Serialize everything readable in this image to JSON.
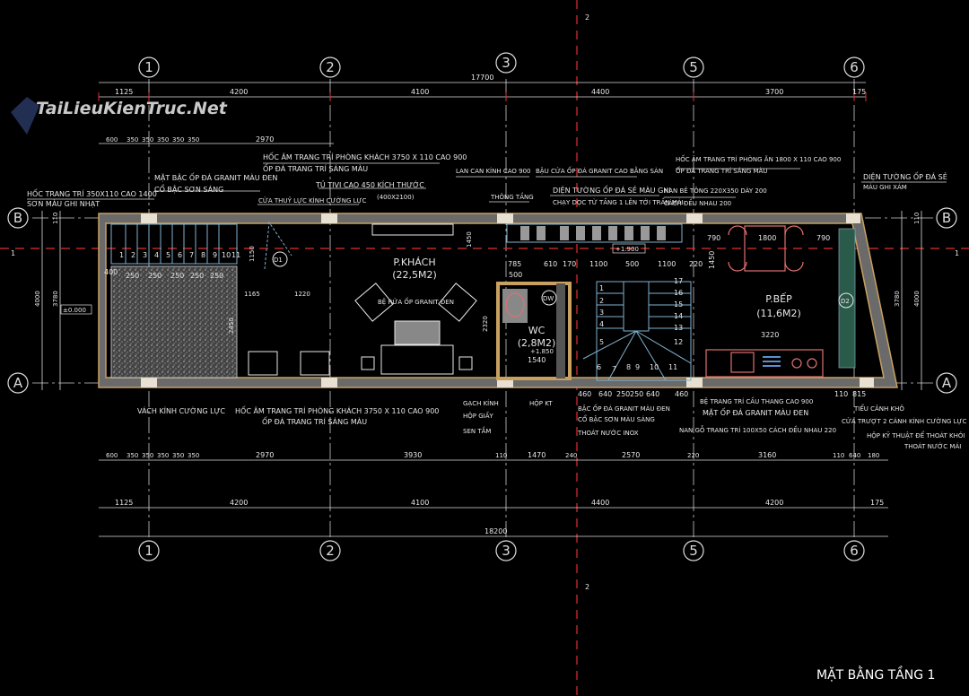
{
  "title": "MẶT BẰNG TẦNG 1",
  "watermark": "TaiLieuKienTruc.Net",
  "grid": {
    "cols": [
      "1",
      "2",
      "3",
      "5",
      "6"
    ],
    "rows": [
      "B",
      "A"
    ],
    "section": "2",
    "section_side": "1"
  },
  "dims_top": {
    "total": "17700",
    "axis": [
      "1125",
      "4200",
      "4100",
      "4400",
      "3700",
      "175"
    ],
    "stairs": [
      "600",
      "350",
      "350",
      "350",
      "350",
      "350",
      "2970"
    ]
  },
  "dims_bottom": {
    "detail": [
      "600",
      "350",
      "350",
      "350",
      "350",
      "350",
      "2970",
      "3930",
      "110",
      "1470",
      "240",
      "2570",
      "220",
      "3160",
      "110",
      "640",
      "180"
    ],
    "axis": [
      "1125",
      "4200",
      "4100",
      "4400",
      "4200",
      "175"
    ],
    "total": "18200"
  },
  "dims_inner": {
    "left_h": "4000",
    "left_h2": "3780",
    "right_h": "4000",
    "right_h2": "3780",
    "wall": "110",
    "wc": [
      "785",
      "610",
      "170",
      "1100",
      "500",
      "1100",
      "220"
    ],
    "wc_w": "500",
    "wc_b": "1540",
    "dining": [
      "790",
      "1800",
      "790"
    ],
    "kitchen_w": "3220",
    "living_a": "1165",
    "living_b": "1220",
    "h1450": "1450",
    "h1450b": "1450",
    "stair_b": [
      "460",
      "640",
      "250",
      "250",
      "640",
      "460"
    ],
    "right_b": [
      "110",
      "815"
    ],
    "steps": [
      "400",
      "250",
      "250",
      "250",
      "250",
      "250"
    ],
    "h2450": "2450",
    "h2320": "2320",
    "h1150": "1150"
  },
  "rooms": {
    "living": "P.KHÁCH",
    "living_area": "(22,5M2)",
    "wc": "WC",
    "wc_area": "(2,8M2)",
    "kitchen": "P.BẾP",
    "kitchen_area": "(11,6M2)"
  },
  "levels": {
    "ground": "±0.000",
    "landing": "+1.900",
    "wc": "+1.850"
  },
  "tags": {
    "d1": "D1",
    "dw": "DW",
    "d2": "D2"
  },
  "stair_numbers_top": [
    "1",
    "2",
    "3",
    "4",
    "5",
    "6",
    "7",
    "8",
    "9",
    "10",
    "11"
  ],
  "stair2_left": [
    "1",
    "2",
    "3",
    "4",
    "5"
  ],
  "stair2_right": [
    "17",
    "16",
    "15",
    "14",
    "13",
    "12"
  ],
  "stair2_bottom": [
    "6",
    "7",
    "8",
    "9",
    "10",
    "11"
  ],
  "notes": {
    "n1": "HỐC ÂM TRANG TRÍ PHÒNG KHÁCH 3750 X 110 CAO 900",
    "n1b": "ỐP ĐÁ TRANG TRÍ SÁNG MÀU",
    "n2": "MẶT BẬC ỐP ĐÁ GRANIT MÀU ĐEN",
    "n2b": "CỔ BẬC SƠN SÁNG",
    "n3": "HỐC TRANG TRÍ 350X110 CAO 1400",
    "n3b": "SƠN MÀU GHI NHẠT",
    "n4": "TỦ TIVI CAO 450 KÍCH THƯỚC",
    "n4b": "(400X2100)",
    "n5": "CỬA THUỶ LỰC KÍNH CƯỜNG LỰC",
    "n6": "LAN CAN KÍNH CAO 900",
    "n7": "BẬU CỬA ỐP ĐÁ GRANIT CAO BẰNG SÀN",
    "n8": "THÔNG TẦNG",
    "n9": "DIỆN TƯỜNG ỐP ĐÁ SẺ MÀU GHI",
    "n9b": "CHẠY DỌC TỪ TẦNG 1 LÊN TỚI TRẦN MÁI",
    "n10": "HỐC ÂM TRANG TRÍ PHÒNG ĂN 1800 X 110 CAO 900",
    "n10b": "ỐP ĐÁ TRANG TRÍ SÁNG MÀU",
    "n11": "NAN BÊ TÔNG 220X350 DÀY 200",
    "n11b": "CÁCH ĐỀU NHAU 200",
    "n12": "DIỆN TƯỜNG ỐP ĐÁ SẺ",
    "n12b": "MÀU GHI XÁM",
    "n13": "BỆ RỬA ỐP GRANIT ĐEN",
    "b1": "VÁCH KÍNH CƯỜNG LỰC",
    "b2": "HỐC ÂM TRANG TRÍ PHÒNG KHÁCH 3750 X 110 CAO 900",
    "b2b": "ỐP ĐÁ TRANG TRÍ SÁNG MÀU",
    "b3": "GẠCH KÍNH",
    "b4": "HỘP GIẤY",
    "b5": "SEN TẮM",
    "b6": "HỘP KT",
    "b7": "BẬC ỐP ĐÁ GRANIT MÀU ĐEN",
    "b7b": "CỔ BẬC SƠN MÀU SÁNG",
    "b8": "THOÁT NƯỚC INOX",
    "b9": "BỆ TRANG TRÍ CẦU THANG CAO 900",
    "b9b": "MẶT ỐP ĐÁ GRANIT MÀU ĐEN",
    "b10": "NAN GỖ TRANG TRÍ 100X50 CÁCH ĐỀU NHAU 220",
    "b11": "TIỂU CẢNH KHÔ",
    "b12": "CỬA TRƯỢT 2 CÁNH KÍNH CƯỜNG LỰC",
    "b13": "HỘP KỸ THUẬT ĐỂ THOÁT KHÓI",
    "b13b": "THOÁT NƯỚC MÁI"
  },
  "colors": {
    "background": "#000000",
    "wall": "#c8a060",
    "dim": "#e03030",
    "stair": "#7fb2d0",
    "furniture": "#e07070"
  }
}
